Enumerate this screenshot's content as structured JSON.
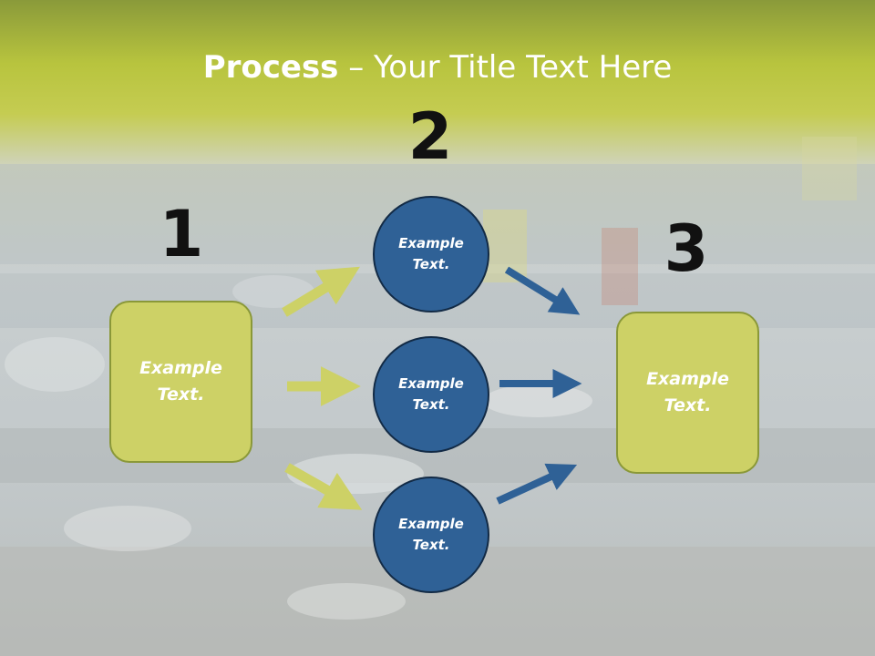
{
  "title": {
    "bold": "Process",
    "rest": " – Your Title Text Here"
  },
  "steps": [
    {
      "number": "1",
      "boxes": [
        "Example Text."
      ]
    },
    {
      "number": "2",
      "boxes": [
        "Example Text.",
        "Example Text.",
        "Example Text."
      ]
    },
    {
      "number": "3",
      "boxes": [
        "Example Text."
      ]
    }
  ],
  "colors": {
    "green_fill": "#cdd166",
    "green_border": "#8a9838",
    "blue_fill": "#2f6196",
    "blue_border": "#122a45",
    "title": "#ffffff"
  },
  "icons": {
    "arrow_left": "arrow-right-icon",
    "arrow_right": "arrow-right-icon"
  }
}
